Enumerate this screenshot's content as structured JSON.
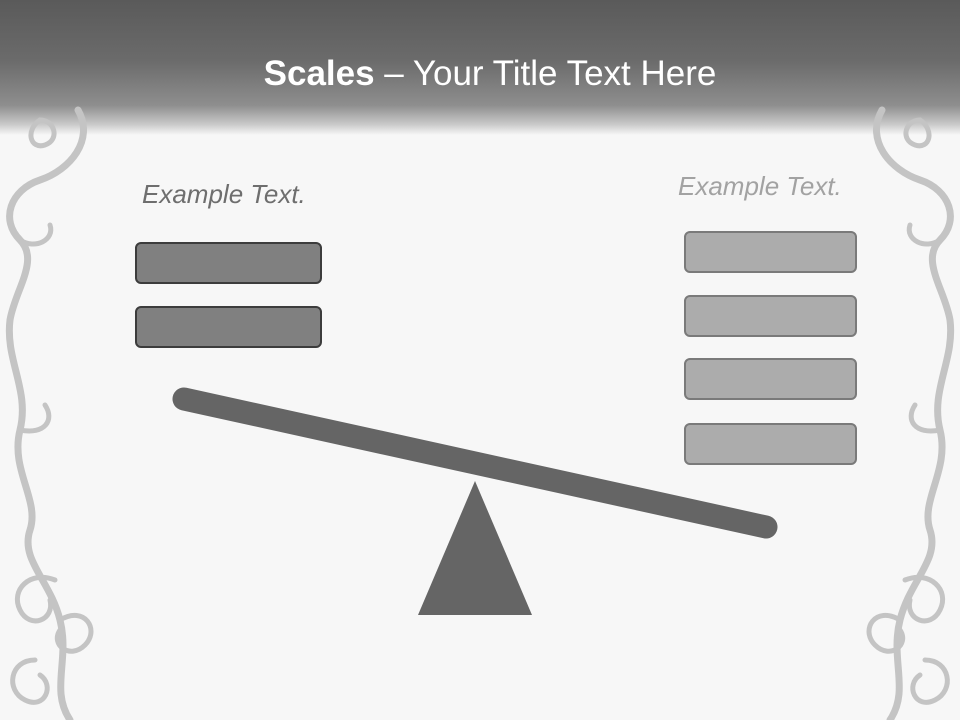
{
  "title": {
    "bold_part": "Scales",
    "rest": " – Your Title Text Here"
  },
  "left_panel": {
    "caption": "Example Text.",
    "box_count": 2,
    "box_color": "#808080"
  },
  "right_panel": {
    "caption": "Example Text.",
    "box_count": 4,
    "box_color": "#acacac"
  },
  "scale": {
    "beam_color": "#656565",
    "fulcrum_color": "#656565",
    "tilt": "right side down"
  },
  "colors": {
    "background": "#f7f7f7",
    "title_bar": "#6b6b6b",
    "ornament": "#c4c4c4"
  },
  "icons": [
    "scroll-ornament-left",
    "scroll-ornament-right",
    "seesaw-icon"
  ]
}
